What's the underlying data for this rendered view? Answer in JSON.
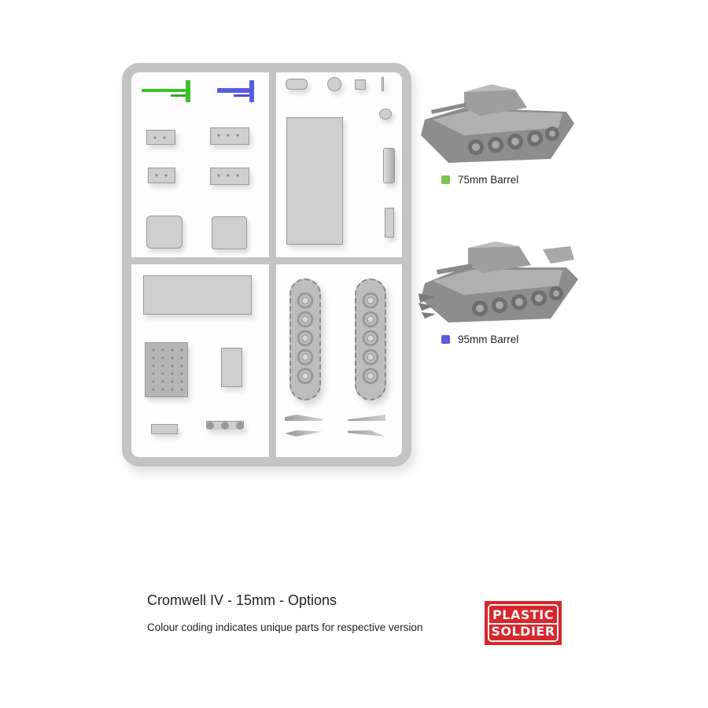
{
  "sprue": {
    "panels": [
      "top-left",
      "top-right",
      "bottom-left",
      "bottom-right"
    ],
    "colored_parts": [
      {
        "name": "75mm barrel part",
        "color": "#3fbf2a"
      },
      {
        "name": "95mm barrel part",
        "color": "#5a5ce0"
      }
    ]
  },
  "variants": [
    {
      "label": "75mm Barrel",
      "swatch_color": "#7ec04a"
    },
    {
      "label": "95mm Barrel",
      "swatch_color": "#5b5bd6"
    }
  ],
  "footer": {
    "title": "Cromwell IV - 15mm - Options",
    "subtitle": "Colour coding indicates unique parts for respective version"
  },
  "logo": {
    "line1": "PLASTIC",
    "line2": "SOLDIER",
    "color": "#d8262d"
  }
}
